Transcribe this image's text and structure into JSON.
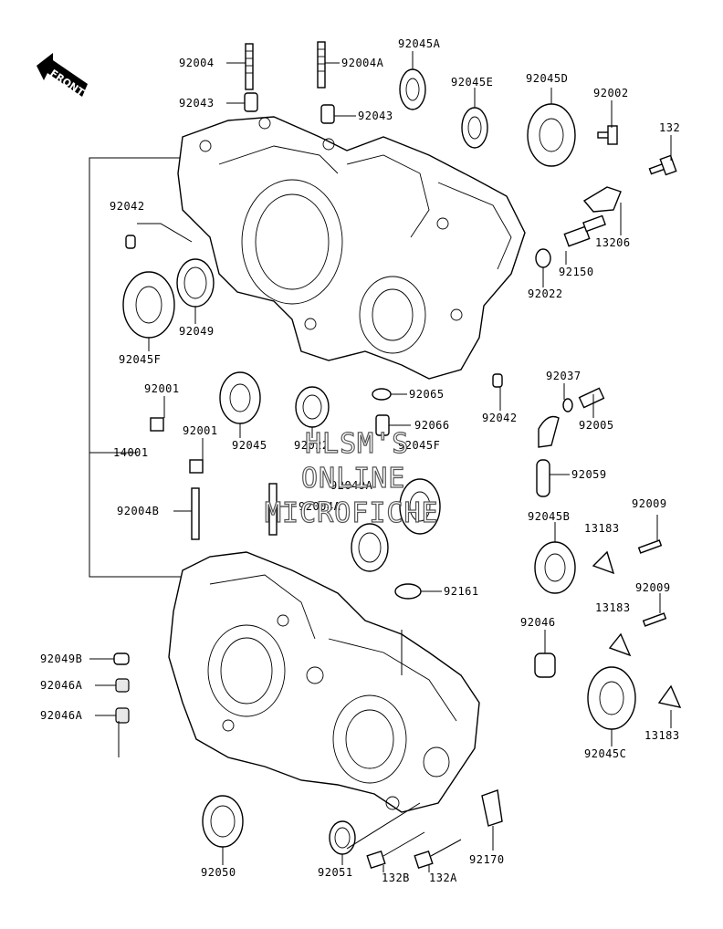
{
  "front_label": "FRONT",
  "watermark": {
    "line1": "HLSM'S",
    "line2": "ONLINE",
    "line3": "MICROFICHE"
  },
  "labels": {
    "p92004_top": "92004",
    "p92004A_top": "92004A",
    "p92045A": "92045A",
    "p92043_left": "92043",
    "p92043_right": "92043",
    "p92045E": "92045E",
    "p92045D": "92045D",
    "p92002": "92002",
    "p132_top": "132",
    "p92042_left": "92042",
    "p13206": "13206",
    "p92150": "92150",
    "p92022": "92022",
    "p92049": "92049",
    "p92045F_left": "92045F",
    "p92001_a": "92001",
    "p92065": "92065",
    "p92037": "92037",
    "p92042_right": "92042",
    "p92005": "92005",
    "p92001_b": "92001",
    "p92066": "92066",
    "p14001": "14001",
    "p92045": "92045",
    "p92022_mid": "92022",
    "p92045F_mid": "92045F",
    "p92059": "92059",
    "p92049A": "92049A",
    "p92004B": "92004B",
    "p92004A_mid": "92004A",
    "p92009_a": "92009",
    "p13183_a": "13183",
    "p92045B": "92045B",
    "p92161": "92161",
    "p92009_b": "92009",
    "p13183_b": "13183",
    "p92046": "92046",
    "p92049B": "92049B",
    "p92046A_a": "92046A",
    "p92046A_b": "92046A",
    "p13183_c": "13183",
    "p92045C": "92045C",
    "p92050": "92050",
    "p92051": "92051",
    "p132B": "132B",
    "p132A": "132A",
    "p92170": "92170"
  }
}
